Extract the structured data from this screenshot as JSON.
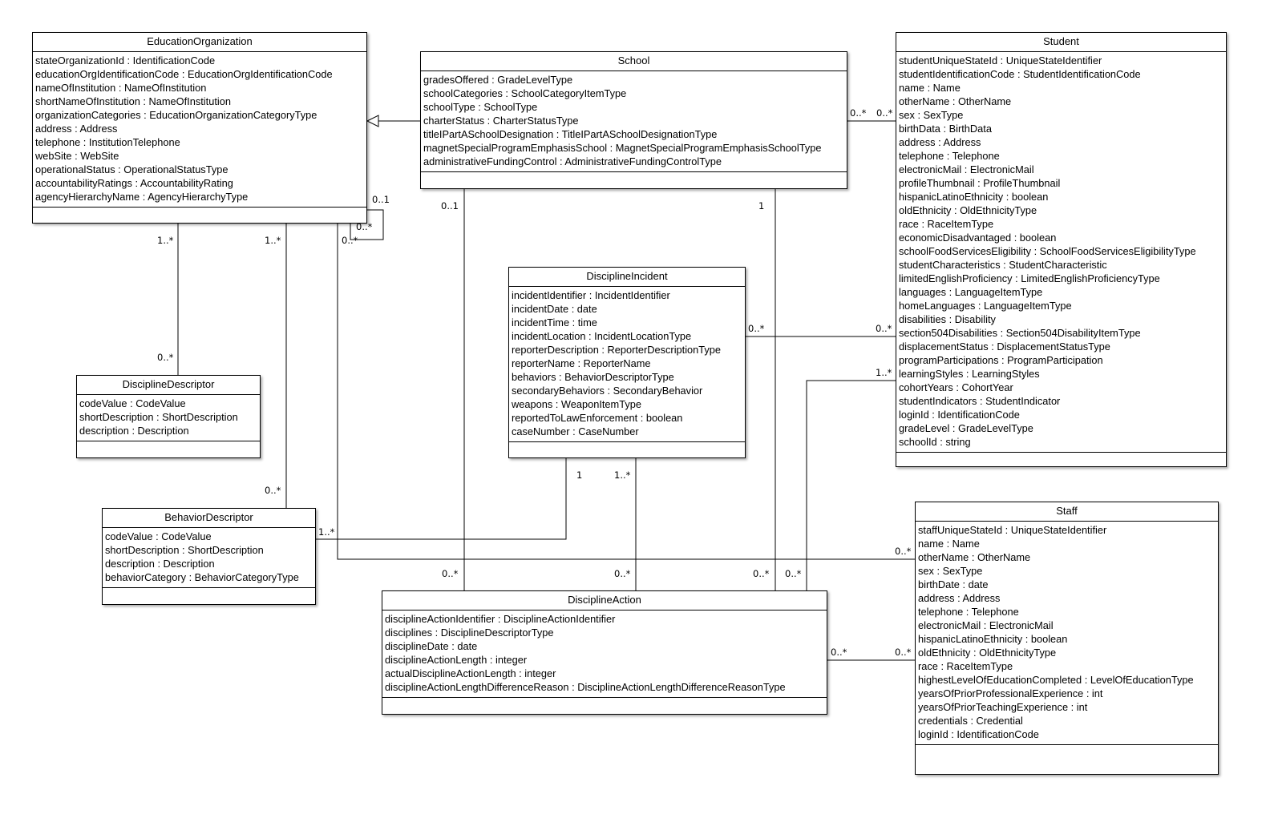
{
  "classes": {
    "education_organization": {
      "name": "EducationOrganization",
      "attributes": [
        "stateOrganizationId : IdentificationCode",
        "educationOrgIdentificationCode : EducationOrgIdentificationCode",
        "nameOfInstitution : NameOfInstitution",
        "shortNameOfInstitution : NameOfInstitution",
        "organizationCategories : EducationOrganizationCategoryType",
        "address : Address",
        "telephone : InstitutionTelephone",
        "webSite : WebSite",
        "operationalStatus : OperationalStatusType",
        "accountabilityRatings : AccountabilityRating",
        "agencyHierarchyName : AgencyHierarchyType"
      ]
    },
    "school": {
      "name": "School",
      "attributes": [
        "gradesOffered : GradeLevelType",
        "schoolCategories : SchoolCategoryItemType",
        "schoolType : SchoolType",
        "charterStatus : CharterStatusType",
        "titleIPartASchoolDesignation : TitleIPartASchoolDesignationType",
        "magnetSpecialProgramEmphasisSchool : MagnetSpecialProgramEmphasisSchoolType",
        "administrativeFundingControl : AdministrativeFundingControlType"
      ]
    },
    "student": {
      "name": "Student",
      "attributes": [
        "studentUniqueStateId : UniqueStateIdentifier",
        "studentIdentificationCode : StudentIdentificationCode",
        "name : Name",
        "otherName : OtherName",
        "sex : SexType",
        "birthData : BirthData",
        "address : Address",
        "telephone : Telephone",
        "electronicMail : ElectronicMail",
        "profileThumbnail : ProfileThumbnail",
        "hispanicLatinoEthnicity : boolean",
        "oldEthnicity : OldEthnicityType",
        "race : RaceItemType",
        "economicDisadvantaged : boolean",
        "schoolFoodServicesEligibility : SchoolFoodServicesEligibilityType",
        "studentCharacteristics : StudentCharacteristic",
        "limitedEnglishProficiency : LimitedEnglishProficiencyType",
        "languages : LanguageItemType",
        "homeLanguages : LanguageItemType",
        "disabilities : Disability",
        "section504Disabilities : Section504DisabilityItemType",
        "displacementStatus : DisplacementStatusType",
        "programParticipations : ProgramParticipation",
        "learningStyles : LearningStyles",
        "cohortYears : CohortYear",
        "studentIndicators : StudentIndicator",
        "loginId : IdentificationCode",
        "gradeLevel : GradeLevelType",
        "schoolId : string"
      ]
    },
    "discipline_incident": {
      "name": "DisciplineIncident",
      "attributes": [
        "incidentIdentifier : IncidentIdentifier",
        "incidentDate : date",
        "incidentTime : time",
        "incidentLocation : IncidentLocationType",
        "reporterDescription : ReporterDescriptionType",
        "reporterName : ReporterName",
        "behaviors : BehaviorDescriptorType",
        "secondaryBehaviors : SecondaryBehavior",
        "weapons : WeaponItemType",
        "reportedToLawEnforcement : boolean",
        "caseNumber : CaseNumber"
      ]
    },
    "discipline_descriptor": {
      "name": "DisciplineDescriptor",
      "attributes": [
        "codeValue : CodeValue",
        "shortDescription : ShortDescription",
        "description : Description"
      ]
    },
    "behavior_descriptor": {
      "name": "BehaviorDescriptor",
      "attributes": [
        "codeValue : CodeValue",
        "shortDescription : ShortDescription",
        "description : Description",
        "behaviorCategory : BehaviorCategoryType"
      ]
    },
    "staff": {
      "name": "Staff",
      "attributes": [
        "staffUniqueStateId : UniqueStateIdentifier",
        "name : Name",
        "otherName : OtherName",
        "sex : SexType",
        "birthDate : date",
        "address : Address",
        "telephone : Telephone",
        "electronicMail : ElectronicMail",
        "hispanicLatinoEthnicity : boolean",
        "oldEthnicity : OldEthnicityType",
        "race : RaceItemType",
        "highestLevelOfEducationCompleted : LevelOfEducationType",
        "yearsOfPriorProfessionalExperience : int",
        "yearsOfPriorTeachingExperience : int",
        "credentials : Credential",
        "loginId : IdentificationCode"
      ]
    },
    "discipline_action": {
      "name": "DisciplineAction",
      "attributes": [
        "disciplineActionIdentifier : DisciplineActionIdentifier",
        "disciplines : DisciplineDescriptorType",
        "disciplineDate : date",
        "disciplineActionLength : integer",
        "actualDisciplineActionLength : integer",
        "disciplineActionLengthDifferenceReason : DisciplineActionLengthDifferenceReasonType"
      ]
    }
  },
  "multiplicities": {
    "self_a": "0..1",
    "self_b": "0..*",
    "self_c": "0..*",
    "eo_dd_top": "1..*",
    "eo_dd_bottom": "0..*",
    "eo_bd_top": "1..*",
    "eo_bd_bottom": "0..*",
    "school_student_left": "0..*",
    "school_student_right": "0..*",
    "school_da_top": "0..1",
    "school_da_bottom": "0..*",
    "school_da2_top": "1",
    "school_da2_bottom": "0..*",
    "di_student_left": "0..*",
    "di_student_right": "0..*",
    "di_bd_top": "1",
    "di_bd_left": "1..*",
    "di_da_top": "1..*",
    "di_da_bottom": "0..*",
    "student_da_top": "1..*",
    "student_da_bottom": "0..*",
    "eo_staff_right": "0..*",
    "da_staff_left": "0..*",
    "da_staff_right": "0..*"
  },
  "line_color": "#000000"
}
